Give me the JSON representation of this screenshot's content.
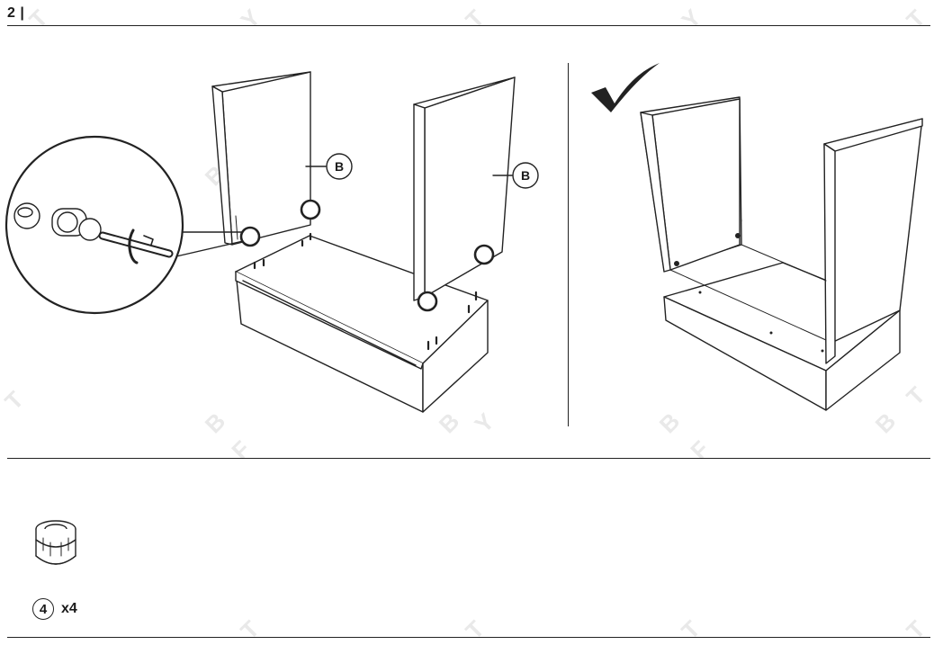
{
  "header": {
    "step": "2 |"
  },
  "callouts": {
    "left_panel": "B",
    "right_panel": "B"
  },
  "hardware": {
    "part_number": "4",
    "quantity": "x4",
    "icon": "cam-lock-fitting-icon"
  },
  "watermark": {
    "letters": [
      "B",
      "T",
      "F",
      "Y"
    ]
  },
  "colors": {
    "line": "#222222",
    "watermark": "#e9e9e9",
    "background": "#ffffff"
  }
}
